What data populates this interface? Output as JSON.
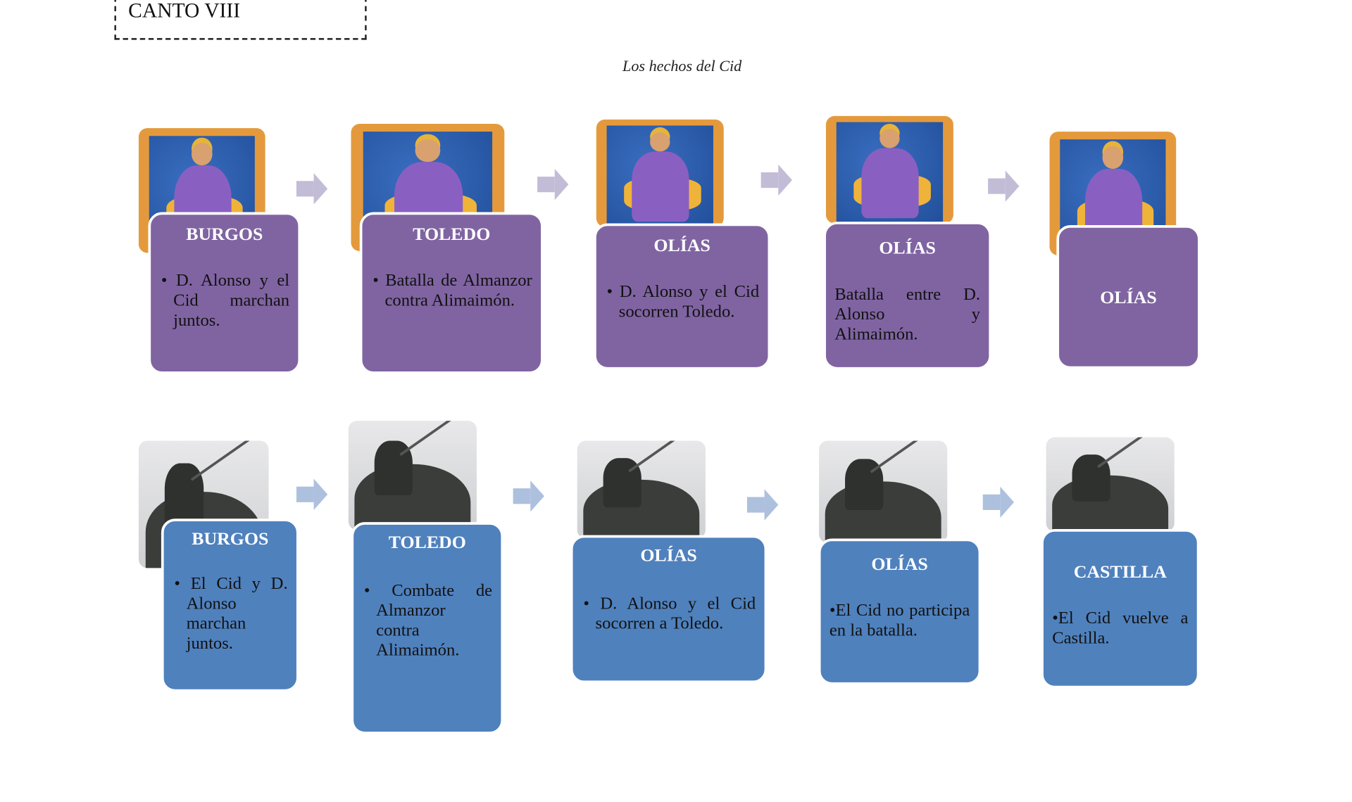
{
  "header": {
    "title": "CANTO VIII",
    "subtitle": "Los hechos del Cid"
  },
  "row1": [
    {
      "heading": "BURGOS",
      "text": "• D. Alonso y el Cid marchan juntos."
    },
    {
      "heading": "TOLEDO",
      "text": "• Batalla de Almanzor contra Alimaimón."
    },
    {
      "heading": "OLÍAS",
      "text": "• D. Alonso y el Cid socorren Toledo."
    },
    {
      "heading": "OLÍAS",
      "text": "Batalla entre D. Alonso y Alimaimón."
    },
    {
      "heading": "OLÍAS",
      "text": ""
    }
  ],
  "row2": [
    {
      "heading": "BURGOS",
      "text": "• El Cid y D. Alonso marchan juntos."
    },
    {
      "heading": "TOLEDO",
      "text": "• Combate de Almanzor contra Alimaimón."
    },
    {
      "heading": "OLÍAS",
      "text": "• D. Alonso y el Cid socorren a Toledo."
    },
    {
      "heading": "OLÍAS",
      "text": "•El Cid no participa en la batalla."
    },
    {
      "heading": "CASTILLA",
      "text": "•El Cid vuelve a Castilla."
    }
  ],
  "colors": {
    "purple": "#8064a2",
    "blue": "#4f81bd",
    "arrow_purple": "#c3bcd7",
    "arrow_blue": "#adc0de"
  }
}
